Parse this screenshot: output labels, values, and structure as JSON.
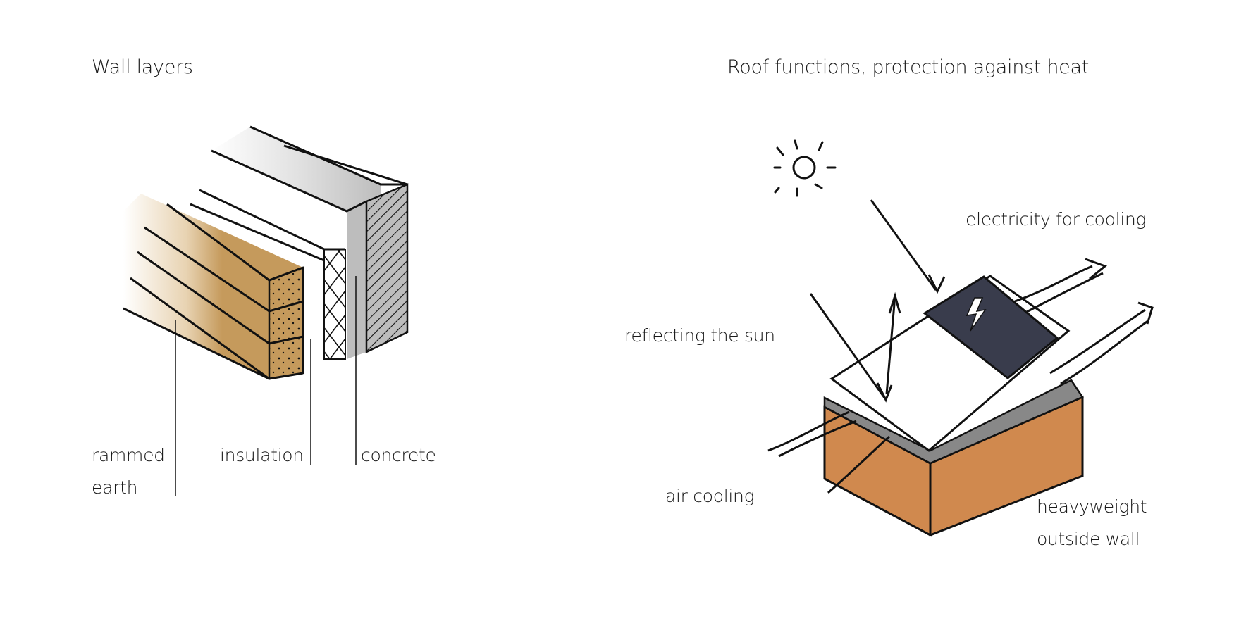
{
  "left_panel": {
    "title": "Wall layers",
    "labels": {
      "rammed_earth": [
        "rammed",
        "earth"
      ],
      "insulation": "insulation",
      "concrete": "concrete"
    }
  },
  "right_panel": {
    "title": "Roof functions, protection against heat",
    "labels": {
      "electricity": "electricity for cooling",
      "reflecting": "reflecting the sun",
      "air_cooling": "air cooling",
      "heavyweight": [
        "heavyweight",
        "outside wall"
      ]
    }
  },
  "colors": {
    "earth": "#c59a5c",
    "earth_red": "#d0894e",
    "concrete": "#bdbdbd",
    "roof_edge": "#888888",
    "solar_panel": "#393c4c",
    "line": "#111111"
  }
}
